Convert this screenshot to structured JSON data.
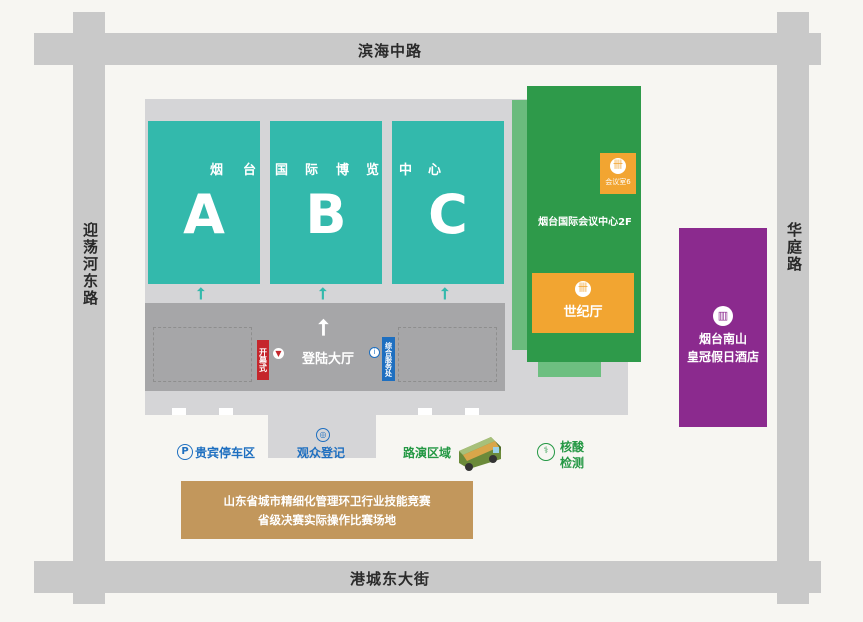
{
  "roads": {
    "north": "滨海中路",
    "south": "港城东大街",
    "west": "迎荡河东路",
    "east": "华庭路"
  },
  "exhibition_center": {
    "title_chars": [
      "烟",
      "台",
      "国",
      "际",
      "博",
      "览",
      "中",
      "心"
    ],
    "halls": [
      "A",
      "B",
      "C"
    ]
  },
  "lobby": {
    "label": "登陆大厅",
    "opening_tag": "开幕式",
    "service_tag": "综合服务处"
  },
  "conference": {
    "label": "烟台国际会议中心2F",
    "room6": "会议室6",
    "century_hall": "世纪厅"
  },
  "hotel": {
    "line1": "烟台南山",
    "line2": "皇冠假日酒店"
  },
  "outside": {
    "vip_parking": "贵宾停车区",
    "visitor_registration": "观众登记",
    "roadshow": "路演区域",
    "testing_line1": "核酸",
    "testing_line2": "检测"
  },
  "competition_sign": {
    "line1": "山东省城市精细化管理环卫行业技能竞赛",
    "line2": "省级决赛实际操作比赛场地"
  },
  "colors": {
    "teal": "#33b9ac",
    "green": "#2e9a4a",
    "orange": "#f2a531",
    "purple": "#8b2a8e",
    "tan": "#c2975c",
    "gray_road": "#c9c9c9",
    "blue": "#1e6fc0",
    "red": "#c5262c"
  }
}
